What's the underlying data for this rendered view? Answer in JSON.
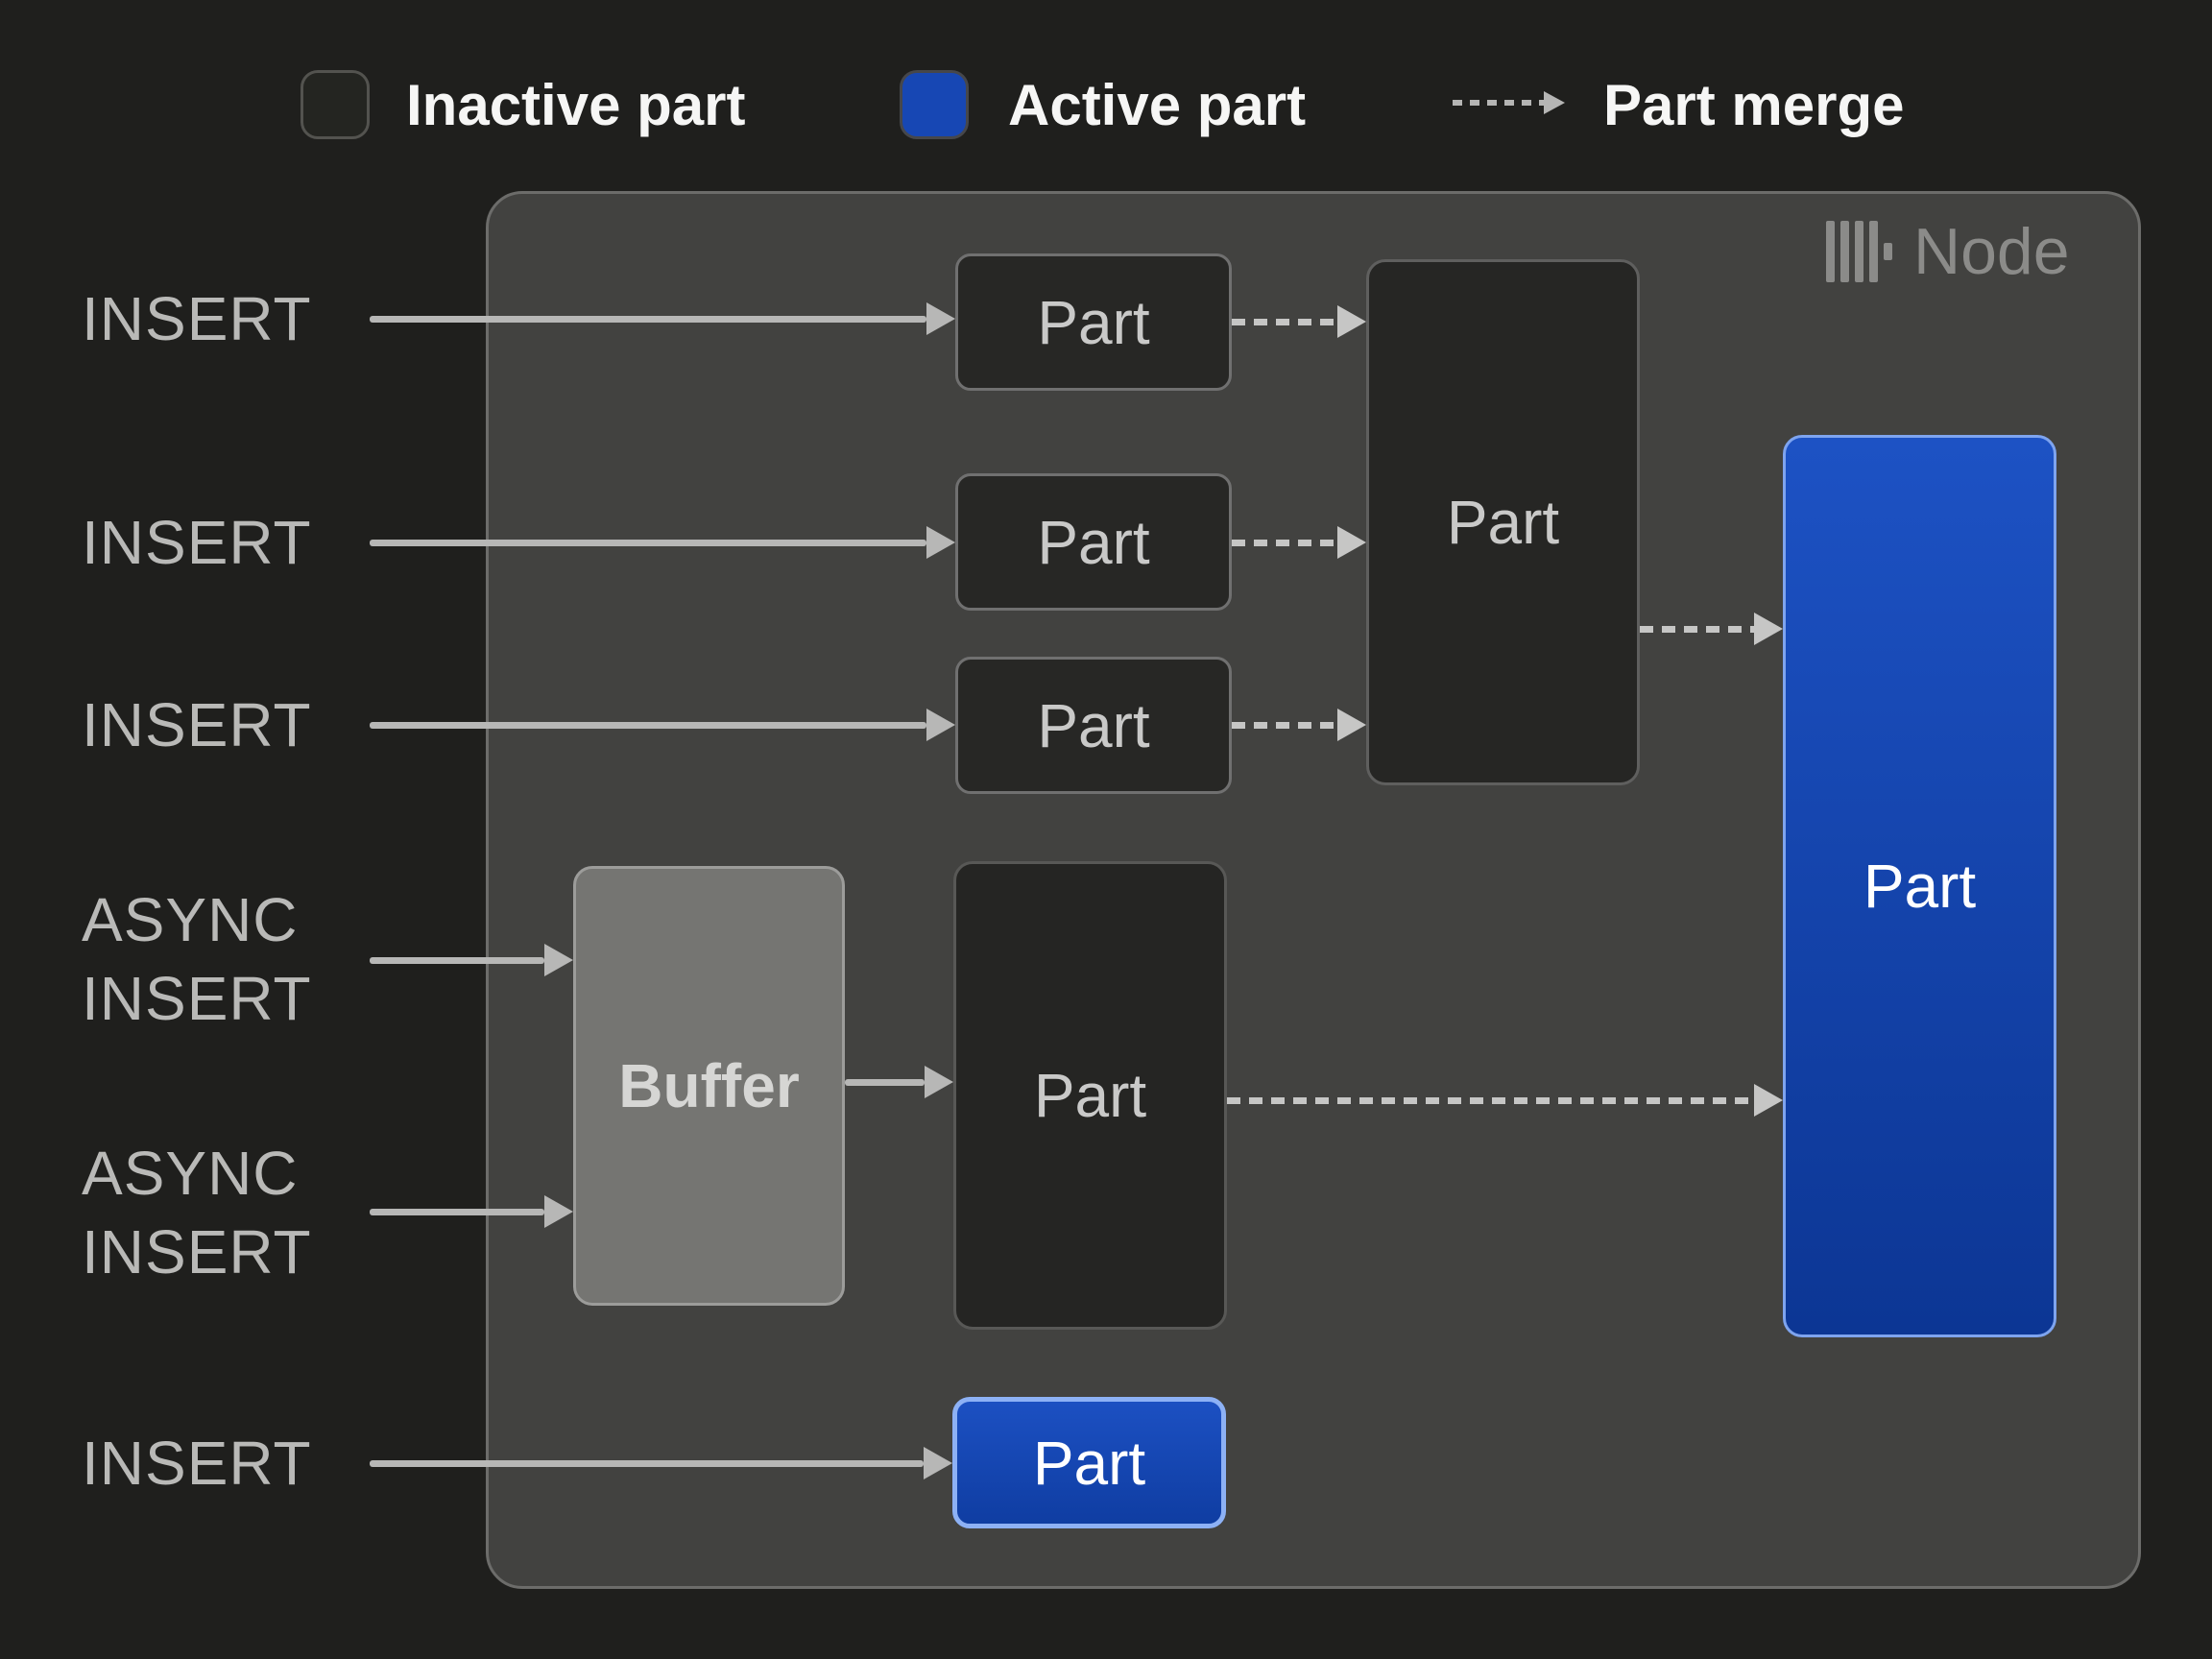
{
  "legend": {
    "inactive_label": "Inactive part",
    "active_label": "Active part",
    "merge_label": "Part merge"
  },
  "node": {
    "title": "Node",
    "icon": "clickhouse-logo-icon"
  },
  "inputs": {
    "insert1": "INSERT",
    "insert2": "INSERT",
    "insert3": "INSERT",
    "async1_line1": "ASYNC",
    "async1_line2": "INSERT",
    "async2_line1": "ASYNC",
    "async2_line2": "INSERT",
    "insert4": "INSERT"
  },
  "boxes": {
    "part1": "Part",
    "part2": "Part",
    "part3": "Part",
    "merge_part": "Part",
    "buffer": "Buffer",
    "async_part": "Part",
    "active_part_large": "Part",
    "active_part_small": "Part"
  },
  "colors": {
    "background": "#1f1f1d",
    "node_fill": "#424240",
    "node_border": "#6c6c6a",
    "inactive_box_fill": "#272725",
    "inactive_box_border": "#707070",
    "buffer_fill": "#757572",
    "active_blue": "#1747b4",
    "active_gradient_top": "#1d52c4",
    "active_gradient_bottom": "#0c3694",
    "active_border": "#7ea4ef",
    "arrow_solid": "#b7b7b6",
    "arrow_dashed": "#c6c6c5",
    "io_label_text": "#b9b9b7",
    "legend_text": "#f6f6f5",
    "node_title_text": "#8b8b89",
    "box_text_dark": "#c9c9c8",
    "box_text_blue": "#ffffff"
  }
}
